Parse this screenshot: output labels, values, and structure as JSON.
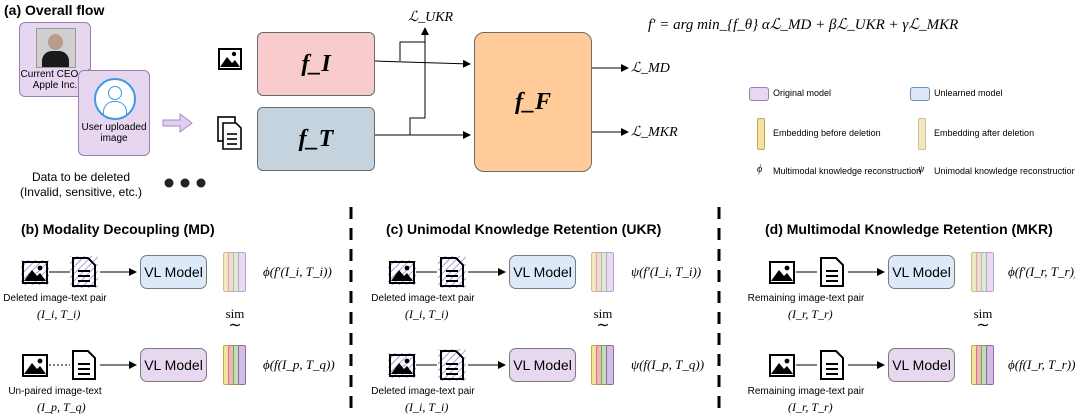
{
  "panel_a": {
    "title": "(a) Overall flow",
    "ceo_caption": "Current CEO of Apple Inc.",
    "user_caption": "User uploaded image",
    "data_caption_line1": "Data to be deleted",
    "data_caption_line2": "(Invalid, sensitive, etc.)",
    "fi_label": "f_I",
    "ft_label": "f_T",
    "ff_label": "f_F",
    "loss_ukr": "ℒ_UKR",
    "loss_md": "ℒ_MD",
    "loss_mkr": "ℒ_MKR",
    "objective": "f′ = arg min_{f_θ} αℒ_MD + βℒ_UKR + γℒ_MKR"
  },
  "legend": {
    "original": "Original model",
    "unlearned": "Unlearned model",
    "emb_before": "Embedding before deletion",
    "emb_after": "Embedding after deletion",
    "phi_symbol": "ϕ",
    "phi_text": "Multimodal knowledge reconstruction",
    "psi_symbol": "ψ",
    "psi_text": "Unimodal knowledge reconstruction"
  },
  "panel_b": {
    "title": "(b) Modality Decoupling (MD)",
    "top_caption": "Deleted image-text pair",
    "top_sub": "(I_i, T_i)",
    "top_model": "VL Model",
    "top_formula": "ϕ(f′(I_i, T_i))",
    "sim": "sim",
    "bottom_caption": "Un-paired image-text",
    "bottom_sub": "(I_p, T_q)",
    "bottom_model": "VL Model",
    "bottom_formula": "ϕ(f(I_p, T_q))"
  },
  "panel_c": {
    "title": "(c) Unimodal Knowledge Retention (UKR)",
    "top_caption": "Deleted image-text pair",
    "top_sub": "(I_i, T_i)",
    "top_model": "VL Model",
    "top_formula": "ψ(f′(I_i, T_i))",
    "sim": "sim",
    "bottom_caption": "Deleted image-text pair",
    "bottom_sub": "(I_i, T_i)",
    "bottom_model": "VL Model",
    "bottom_formula": "ψ(f(I_p, T_q))"
  },
  "panel_d": {
    "title": "(d) Multimodal Knowledge Retention (MKR)",
    "top_caption": "Remaining image-text pair",
    "top_sub": "(I_r, T_r)",
    "top_model": "VL Model",
    "top_formula": "ϕ(f′(I_r, T_r))",
    "sim": "sim",
    "bottom_caption": "Remaining image-text pair",
    "bottom_sub": "(I_r, T_r)",
    "bottom_model": "VL Model",
    "bottom_formula": "ϕ(f(I_r, T_r))"
  },
  "colors": {
    "original_model": "#e7d7ef",
    "unlearned_model": "#dbe9f8",
    "fi_box": "#f8cccc",
    "ft_box": "#c5d3de",
    "ff_box": "#ffcc99",
    "emb_before": "#f3e2a3",
    "emb_after": "#f2e7c4"
  }
}
